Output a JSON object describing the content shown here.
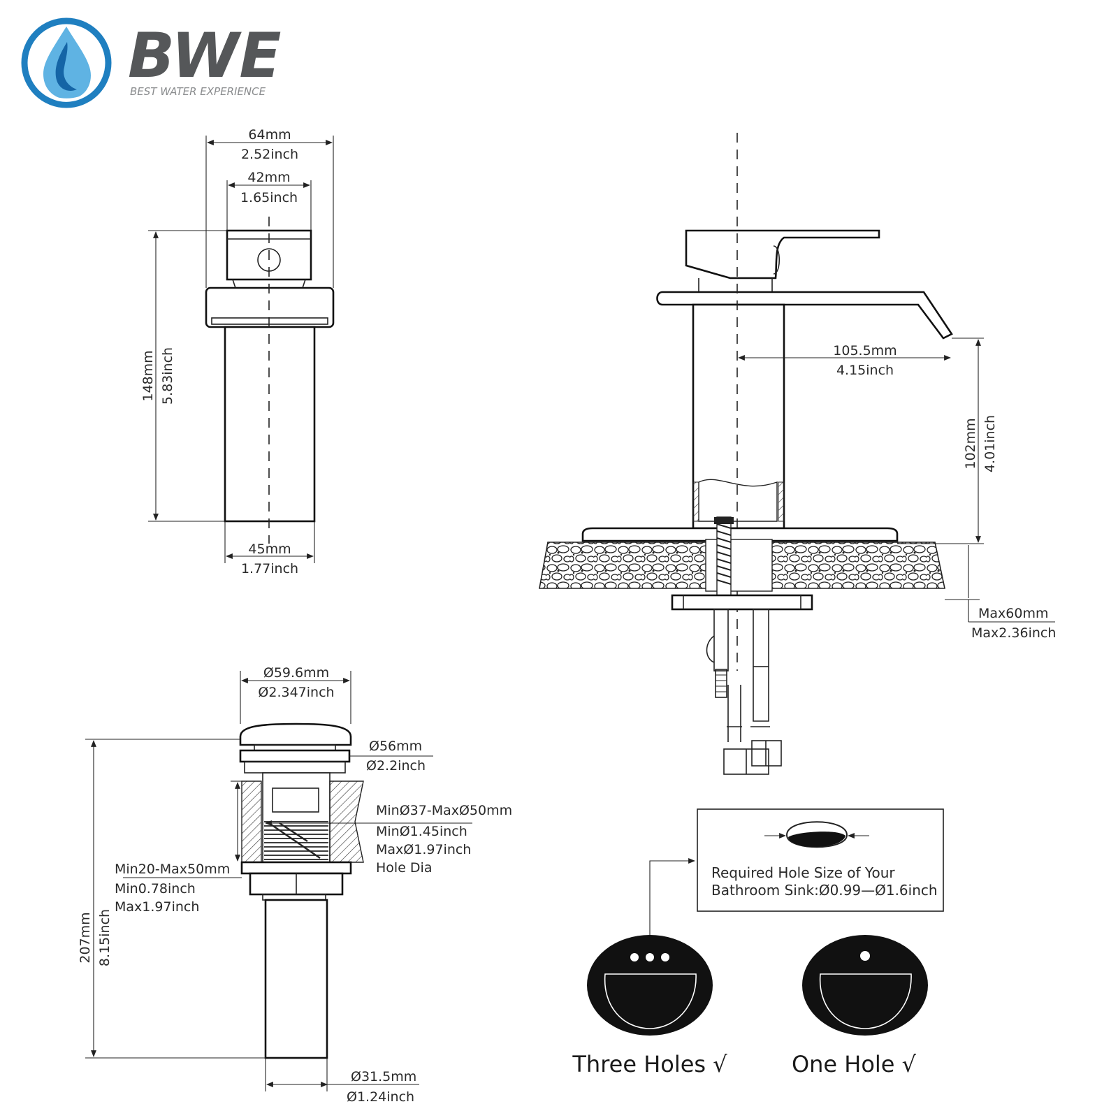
{
  "brand": {
    "name": "BWE",
    "tagline": "BEST WATER EXPERIENCE",
    "colors": {
      "ring": "#1f7fc0",
      "drop_light": "#5fb3e3",
      "drop_dark": "#1565a6",
      "text": "#555759"
    }
  },
  "faucet_front": {
    "top_width_mm": "64mm",
    "top_width_in": "2.52inch",
    "handle_width_mm": "42mm",
    "handle_width_in": "1.65inch",
    "height_mm": "148mm",
    "height_in": "5.83inch",
    "base_width_mm": "45mm",
    "base_width_in": "1.77inch"
  },
  "faucet_side": {
    "reach_mm": "105.5mm",
    "reach_in": "4.15inch",
    "spout_height_mm": "102mm",
    "spout_height_in": "4.01inch",
    "deck_max_mm": "Max60mm",
    "deck_max_in": "Max2.36inch"
  },
  "drain": {
    "cap_dia_mm": "Ø59.6mm",
    "cap_dia_in": "Ø2.347inch",
    "flange_dia_mm": "Ø56mm",
    "flange_dia_in": "Ø2.2inch",
    "hole_range_mm": "MinØ37-MaxØ50mm",
    "hole_min_in": "MinØ1.45inch",
    "hole_max_in": "MaxØ1.97inch",
    "hole_label": "Hole Dia",
    "thickness_mm": "Min20-Max50mm",
    "thickness_min_in": "Min0.78inch",
    "thickness_max_in": "Max1.97inch",
    "height_mm": "207mm",
    "height_in": "8.15inch",
    "tail_dia_mm": "Ø31.5mm",
    "tail_dia_in": "Ø1.24inch"
  },
  "hole_note": {
    "line1": "Required Hole Size of Your",
    "line2": "Bathroom Sink:Ø0.99—Ø1.6inch"
  },
  "sinks": {
    "three_holes": "Three Holes √",
    "one_hole": "One Hole √"
  }
}
